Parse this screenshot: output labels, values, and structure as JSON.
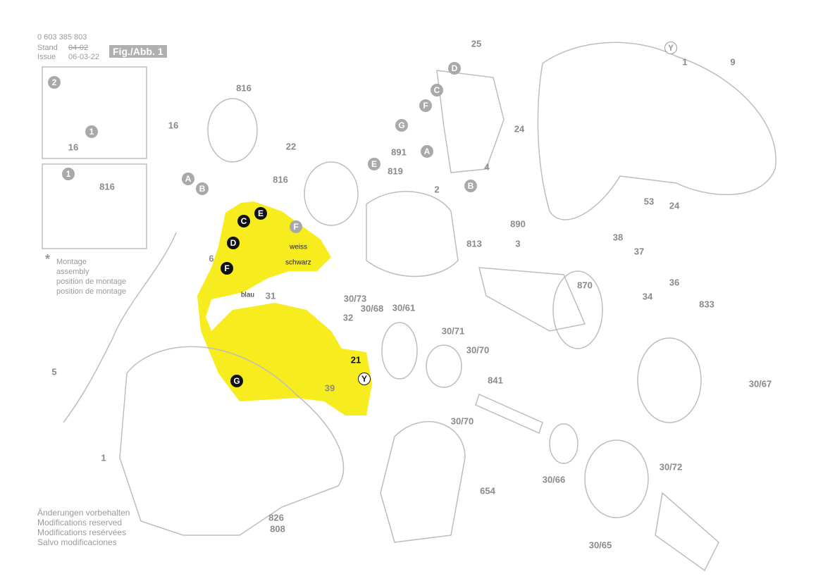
{
  "header": {
    "part_number": "0 603 385 803",
    "stand_label": "Stand",
    "issue_label": "Issue",
    "old_date": "04-02",
    "issue_date": "06-03-22",
    "figure": "Fig./Abb. 1"
  },
  "assembly_note": {
    "star": "*",
    "lines": [
      "Montage",
      "assembly",
      "position de montage",
      "position de montage"
    ]
  },
  "footer": [
    "Änderungen vorbehalten",
    "Modifications reserved",
    "Modifications resérvées",
    "Salvo modificaciones"
  ],
  "wires": {
    "white": "weiss",
    "black": "schwarz",
    "blue": "blau"
  },
  "highlight_color": "#f7ec1e",
  "parts": [
    "25",
    "9",
    "1",
    "891",
    "819",
    "4",
    "24",
    "24",
    "53",
    "890",
    "38",
    "37",
    "36",
    "816",
    "16",
    "22",
    "816",
    "2",
    "813",
    "3",
    "870",
    "34",
    "833",
    "30/67",
    "31",
    "30/73",
    "30/68",
    "30/61",
    "32",
    "21",
    "39",
    "30/71",
    "30/70",
    "841",
    "30/70",
    "654",
    "30/66",
    "30/72",
    "30/65",
    "826",
    "808",
    "1",
    "5",
    "6"
  ],
  "inset_parts": [
    "16",
    "816"
  ],
  "letters": [
    "Y",
    "D",
    "C",
    "F",
    "G",
    "A",
    "B",
    "E",
    "F",
    "A",
    "B",
    "C",
    "E",
    "D",
    "F",
    "G",
    "Y",
    "2",
    "1",
    "1"
  ]
}
